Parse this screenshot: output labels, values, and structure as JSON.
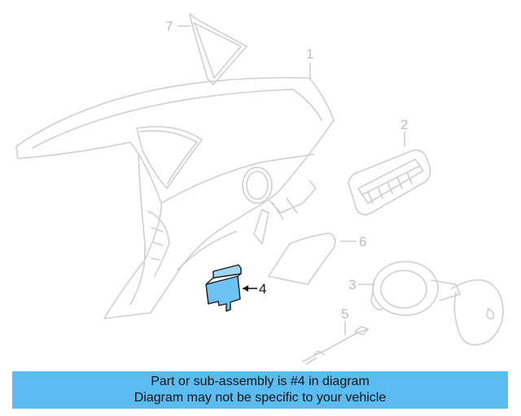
{
  "callouts": {
    "c1": "1",
    "c2": "2",
    "c3": "3",
    "c4": "4",
    "c5": "5",
    "c6": "6",
    "c7": "7"
  },
  "highlight_color": "#6cc2f2",
  "banner": {
    "line1": "Part or sub-assembly is #4 in diagram",
    "line2": "Diagram may not be specific to your vehicle",
    "background": "#5bbcf2"
  }
}
